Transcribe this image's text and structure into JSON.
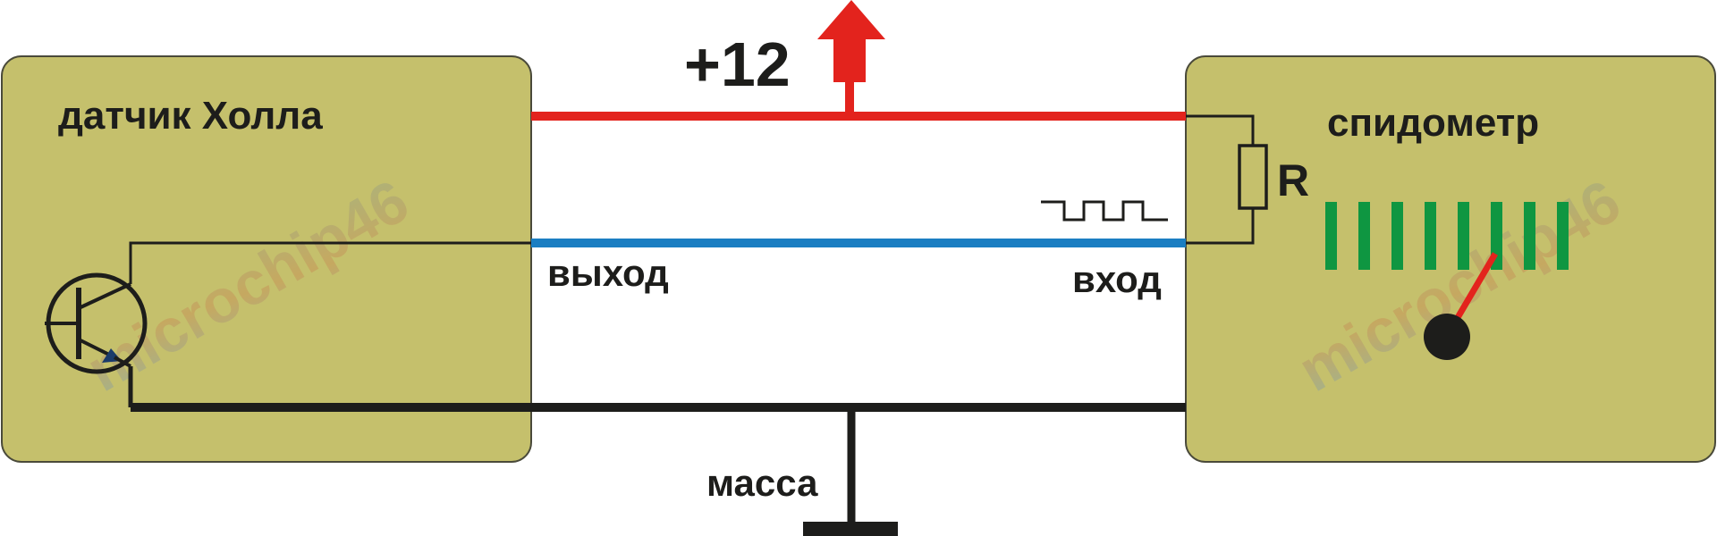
{
  "labels": {
    "hall_sensor": "датчик Холла",
    "speedometer": "спидометр",
    "supply": "+12",
    "resistor": "R",
    "output": "выход",
    "input": "вход",
    "ground": "масса"
  },
  "watermark": {
    "text": "microchip46"
  },
  "colors": {
    "block_fill": "#c5c06c",
    "block_stroke": "#4a4a3a",
    "supply_wire": "#e3231d",
    "signal_wire": "#1b7ec2",
    "ground_wire": "#1d1d1b",
    "scale_marks": "#0f9641",
    "needle": "#e3231d"
  },
  "speedometer_scale": {
    "mark_count": 8
  },
  "icons": [
    "npn-transistor-icon",
    "resistor-icon",
    "pulse-signal-icon",
    "ground-symbol-icon",
    "arrow-up-icon",
    "speedometer-needle-icon"
  ]
}
